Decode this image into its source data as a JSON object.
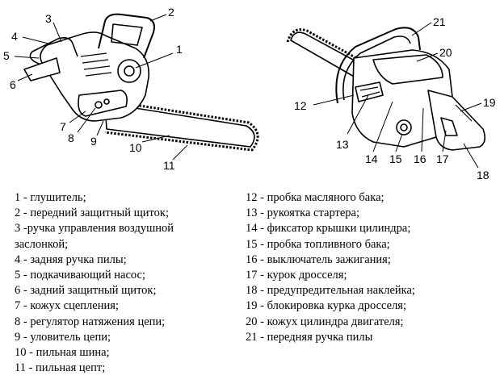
{
  "callouts": [
    "1",
    "2",
    "3",
    "4",
    "5",
    "6",
    "7",
    "8",
    "9",
    "10",
    "11",
    "12",
    "13",
    "14",
    "15",
    "16",
    "17",
    "18",
    "19",
    "20",
    "21"
  ],
  "legend_left": [
    "1 - глушитель;",
    "2 - передний защитный щиток;",
    "3 -ручка управления воздушной",
    "заслонкой;",
    "4 - задняя ручка пилы;",
    "5 - подкачивающий насос;",
    "6 - задний защитный щиток;",
    "7 - кожух сцепления;",
    "8 - регулятор натяжения цепи;",
    "9 - уловитель цепи;",
    "10 - пильная шина;",
    "11 - пильная цепт;"
  ],
  "legend_right": [
    "12 - пробка масляного бака;",
    "13 - рукоятка стартера;",
    "14 - фиксатор крышки цилиндра;",
    "15 - пробка топливного бака;",
    "16 - выключатель зажигания;",
    "17 - курок дросселя;",
    "18 - предупредительная наклейка;",
    "19 - блокировка курка дросселя;",
    "20 - кожух цилиндра двигателя;",
    "21 - передняя ручка пилы"
  ]
}
